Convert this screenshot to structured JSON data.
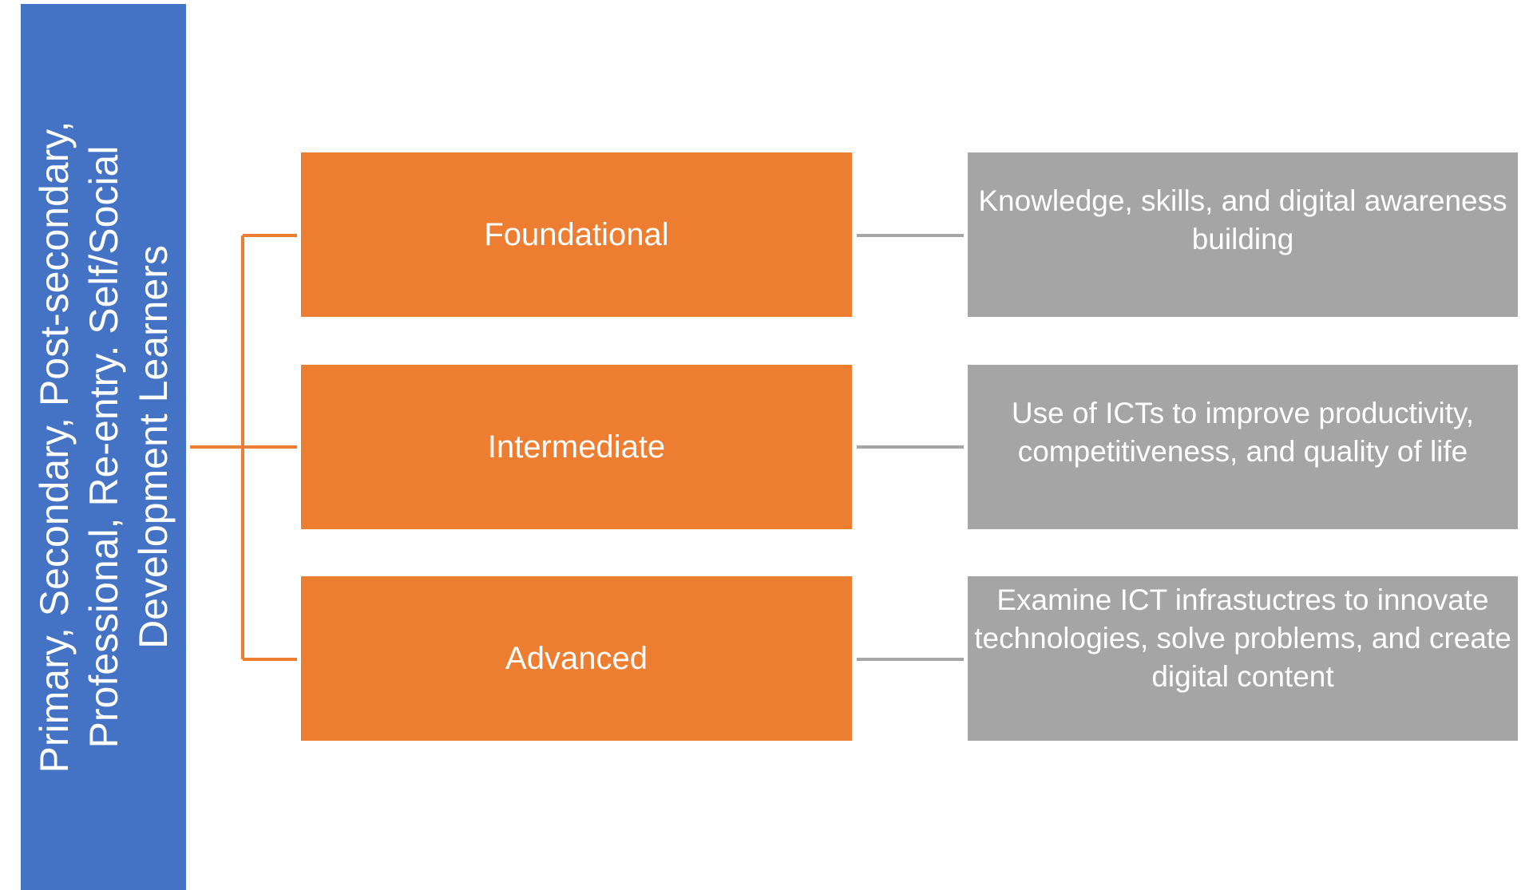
{
  "root": {
    "label": "Primary, Secondary, Post-secondary, Professional, Re-entry. Self/Social Development Learners",
    "color": "#4472c4"
  },
  "levels": [
    {
      "label": "Foundational",
      "description": "Knowledge, skills, and digital awareness building"
    },
    {
      "label": "Intermediate",
      "description": "Use of ICTs to improve productivity, competitiveness, and quality of life"
    },
    {
      "label": "Advanced",
      "description": "Examine ICT infrastuctres to innovate technologies, solve problems, and create digital content"
    }
  ],
  "colors": {
    "level_box": "#ed7d31",
    "description_box": "#a5a5a5",
    "orange_connector": "#ed7d31",
    "gray_connector": "#a5a5a5"
  }
}
